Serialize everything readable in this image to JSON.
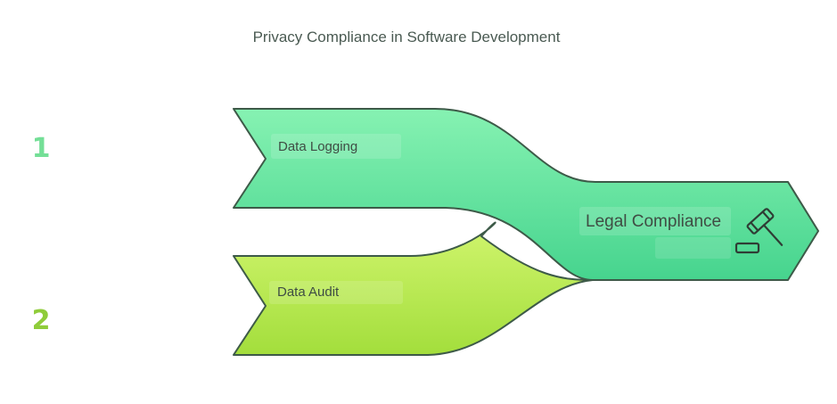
{
  "diagram": {
    "title": "Privacy Compliance in Software Development",
    "steps": [
      {
        "number": "1",
        "label": "Data Logging",
        "color": "#74df97"
      },
      {
        "number": "2",
        "label": "Data Audit",
        "color": "#8fcc3a"
      }
    ],
    "outcome": {
      "label": "Legal Compliance",
      "icon": "gavel-icon"
    },
    "colors": {
      "green_top": "#86f2b2",
      "green_bottom": "#46d48e",
      "lime_top": "#d1f56e",
      "lime_bottom": "#a3de3c",
      "outline": "#3d5a48"
    }
  }
}
